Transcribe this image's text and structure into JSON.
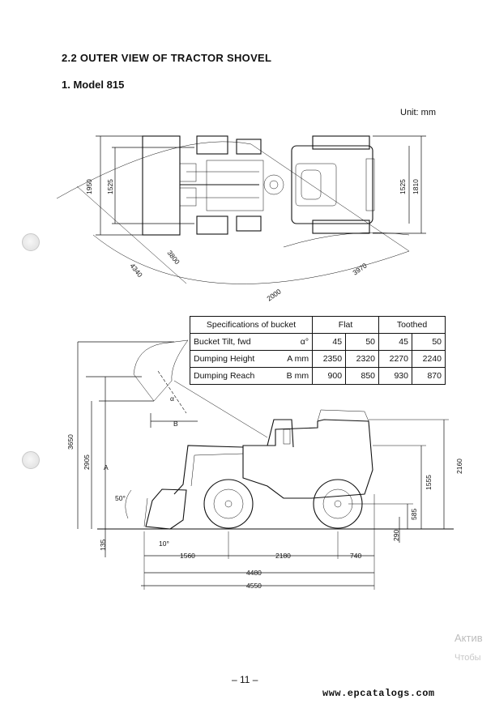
{
  "header": {
    "section_title": "2.2  OUTER VIEW OF TRACTOR SHOVEL",
    "model_title": "1.  Model 815",
    "unit_label": "Unit:  mm"
  },
  "top_view": {
    "dims": {
      "overall_width": "1950",
      "tread_front": "1525",
      "turning_radius_outer": "4340",
      "turning_radius_inner": "3800",
      "rear_radius": "3970",
      "inner_radius": "2000",
      "tread_rear": "1525",
      "rear_width": "1810"
    }
  },
  "spec_table": {
    "header": {
      "title": "Specifications of bucket",
      "flat": "Flat",
      "toothed": "Toothed"
    },
    "rows": [
      {
        "label": "Bucket Tilt, fwd",
        "unit": "α°",
        "values": [
          "45",
          "50",
          "45",
          "50"
        ]
      },
      {
        "label": "Dumping Height",
        "unit": "A mm",
        "values": [
          "2350",
          "2320",
          "2270",
          "2240"
        ]
      },
      {
        "label": "Dumping Reach",
        "unit": "B mm",
        "values": [
          "900",
          "850",
          "930",
          "870"
        ]
      }
    ]
  },
  "side_view": {
    "dims": {
      "overall_height_bucket": "3650",
      "hinge_height": "2905",
      "dump_height_label": "A",
      "dump_reach_label": "B",
      "tilt_angle_label": "α",
      "ground_clearance_front": "135",
      "rollback_angle": "50°",
      "dig_angle": "10°",
      "front_overhang": "1560",
      "wheelbase": "2180",
      "rear_overhang": "740",
      "length_no_bucket": "4480",
      "overall_length": "4550",
      "cab_height": "2160",
      "hood_height": "1555",
      "axle_height": "585",
      "ground_clearance": "290"
    }
  },
  "footer": {
    "page_number": "– 11 –",
    "url": "www.epcatalogs.com",
    "activation_line1": "Актив",
    "activation_line2": "Чтобы"
  }
}
